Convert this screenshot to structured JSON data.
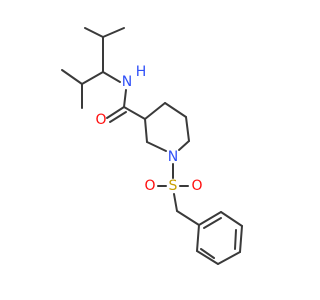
{
  "molecule": {
    "atoms": {
      "N_amide": {
        "symbol": "N",
        "color": "#3050f8"
      },
      "H_amide": {
        "symbol": "H",
        "color": "#3050f8"
      },
      "O_carbonyl": {
        "symbol": "O",
        "color": "#ff0d0d"
      },
      "N_ring": {
        "symbol": "N",
        "color": "#3050f8"
      },
      "S": {
        "symbol": "S",
        "color": "#c8a000"
      },
      "O_s1": {
        "symbol": "O",
        "color": "#ff0d0d"
      },
      "O_s2": {
        "symbol": "O",
        "color": "#ff0d0d"
      }
    },
    "bond_color": "#3a3a3a"
  }
}
